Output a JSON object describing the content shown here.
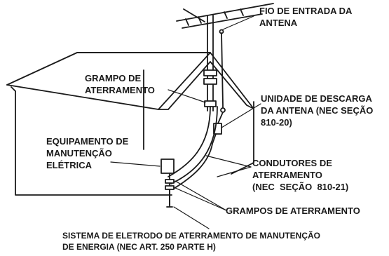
{
  "diagram": {
    "labels": {
      "antenna_lead": "FIO DE ENTRADA DA\nANTENA",
      "ground_clamp": "GRAMPO DE\nATERRAMENTO",
      "discharge_unit": "UNIDADE DE DESCARGA\nDA ANTENA (NEC SEÇÃO\n810-20)",
      "service_equipment": "EQUIPAMENTO DE\nMANUTENÇÃO\nELÉTRICA",
      "grounding_conductors": "CONDUTORES DE\nATERRAMENTO\n(NEC  SEÇÃO  810-21)",
      "ground_clamps": "GRAMPOS DE ATERRAMENTO",
      "electrode_system": "SISTEMA DE ELETRODO DE ATERRAMENTO DE MANUTENÇÃO\nDE ENERGIA (NEC ART. 250 PARTE H)"
    }
  },
  "colors": {
    "line": "#1a1a1a",
    "fill": "#ffffff"
  }
}
